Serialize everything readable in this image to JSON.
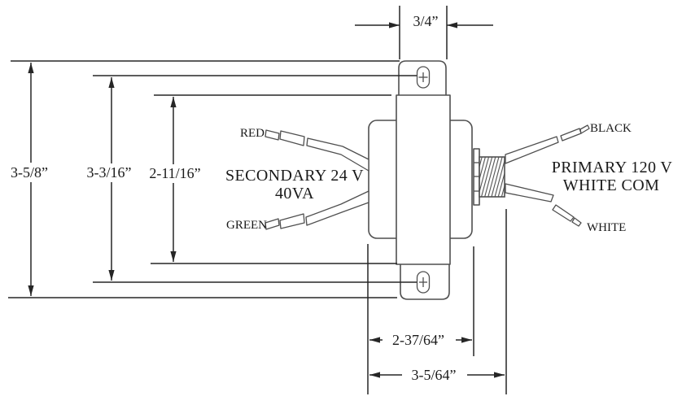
{
  "figure": {
    "type": "technical-dimension-diagram",
    "subject": "Transformer outline drawing, side view with mounting bracket, lead wires and dimensions",
    "windings": {
      "secondary_line1": "SECONDARY 24 V",
      "secondary_line2": "40VA",
      "primary_line1": "PRIMARY 120 V",
      "primary_line2": "WHITE COM"
    },
    "wires": {
      "red": "RED",
      "green": "GREEN",
      "black": "BLACK",
      "white": "WHITE"
    },
    "dimensions": {
      "bracket_width": "3/4”",
      "overall_height": "3-5/8”",
      "mounting_slot_centers": "3-3/16”",
      "body_height": "2-11/16”",
      "body_depth": "2-37/64”",
      "overall_depth": "3-5/64”"
    },
    "colors": {
      "background": "#ffffff",
      "dimension_line": "#262626",
      "object_outline": "#4f4f4f",
      "text": "#1a1a1a"
    }
  }
}
